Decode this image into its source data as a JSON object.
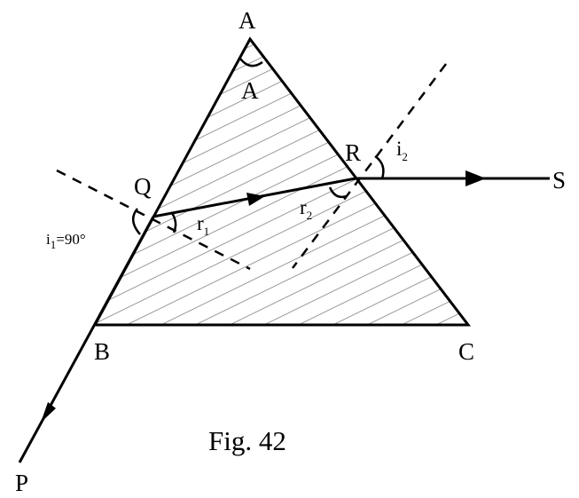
{
  "figure": {
    "caption": "Fig. 42",
    "vertices": {
      "apex": "A",
      "base_left": "B",
      "base_right": "C"
    },
    "apex_angle": "A",
    "points": {
      "incidence": "Q",
      "emergence": "R",
      "ray_start": "P",
      "ray_end": "S"
    },
    "angles": {
      "i1": {
        "letter": "i",
        "sub": "1",
        "value": "=90°"
      },
      "r1": {
        "letter": "r",
        "sub": "1"
      },
      "r2": {
        "letter": "r",
        "sub": "2"
      },
      "i2": {
        "letter": "i",
        "sub": "2"
      }
    }
  }
}
